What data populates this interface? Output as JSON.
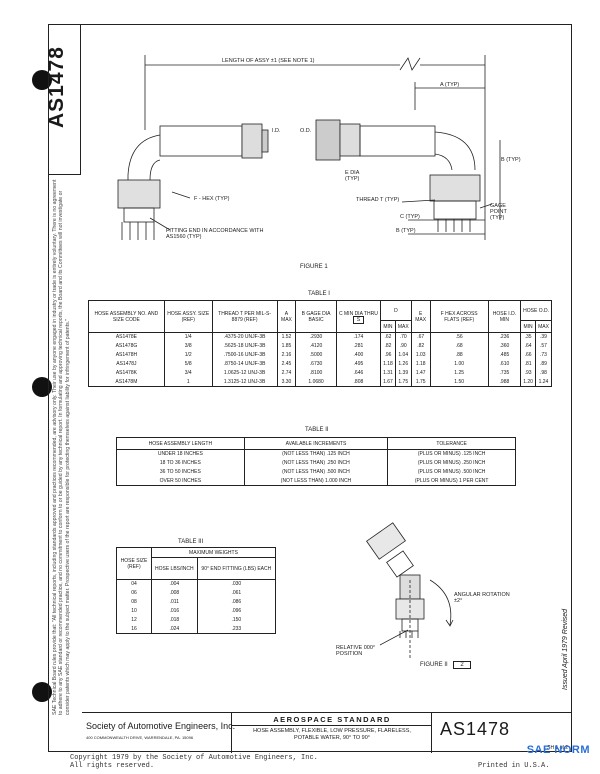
{
  "doc_number": "AS1478",
  "legal_notice": "SAE Technical Board rules provide that: \"All technical reports, including standards approved and practices recommended, are advisory only. Their use by anyone engaged in industry or trade is entirely voluntary. There is no agreement to adhere to any SAE standard or recommended practice, and no commitment to conform to or be guided by any technical report. In formulating and approving technical reports, the Board and its Committees will not investigate or consider patents which may apply to the subject matter. Prospective users of the report are responsible for protecting themselves against liability for infringement of patents.\"",
  "issued_text": "Issued April 1979   Revised",
  "figure1": {
    "caption": "FIGURE 1",
    "labels": {
      "length": "LENGTH OF ASSY ±1 (SEE NOTE 1)",
      "a_typ": "A (TYP)",
      "b_typ": "B (TYP)",
      "od": "O.D.",
      "e_dia": "E DIA (TYP)",
      "b_typ2": "B (TYP)",
      "thread": "THREAD T (TYP)",
      "c_typ": "C (TYP)",
      "gage_point": "GAGE POINT (TYP)",
      "f_hex": "F - HEX (TYP)",
      "fitting_end": "FITTING END IN ACCORDANCE WITH AS1560 (TYP)",
      "id": "I.D."
    }
  },
  "table1": {
    "title": "TABLE I",
    "headers": [
      "HOSE ASSEMBLY NO. AND SIZE CODE",
      "HOSE ASSY. SIZE (REF)",
      "THREAD T PER MIL-S-8879 (REF)",
      "A MAX",
      "B GAGE DIA BASIC",
      "C MIN DIA THRU",
      "D",
      "E MAX",
      "F HEX ACROSS FLATS (REF)",
      "HOSE I.D. MIN",
      "HOSE O.D."
    ],
    "subheaders": [
      "MIN",
      "MAX",
      "MIN",
      "MAX"
    ],
    "c_badge": "S",
    "rows": [
      [
        "AS1478E",
        "1/4",
        ".4375-20 UNJF-3B",
        "1.52",
        ".2930",
        ".174",
        ".62",
        ".70",
        ".67",
        ".56",
        ".236",
        ".35",
        ".39"
      ],
      [
        "AS1478G",
        "3/8",
        ".5625-18 UNJF-3B",
        "1.85",
        ".4120",
        ".281",
        ".82",
        ".90",
        ".82",
        ".68",
        ".360",
        ".64",
        ".57"
      ],
      [
        "AS1478H",
        "1/2",
        ".7500-16 UNJF-3B",
        "2.16",
        ".5000",
        ".400",
        ".96",
        "1.04",
        "1.03",
        ".88",
        ".485",
        ".66",
        ".73"
      ],
      [
        "AS1478J",
        "5/8",
        ".8750-14 UNJF-3B",
        "2.45",
        ".6730",
        ".495",
        "1.18",
        "1.26",
        "1.18",
        "1.00",
        ".610",
        ".81",
        ".89"
      ],
      [
        "AS1478K",
        "3/4",
        "1.0625-12 UNJ-3B",
        "2.74",
        ".8100",
        ".646",
        "1.31",
        "1.39",
        "1.47",
        "1.25",
        ".735",
        ".93",
        ".98"
      ],
      [
        "AS1478M",
        "1",
        "1.3125-12 UNJ-3B",
        "3.30",
        "1.0680",
        ".808",
        "1.67",
        "1.75",
        "1.75",
        "1.50",
        ".988",
        "1.20",
        "1.24"
      ]
    ]
  },
  "table2": {
    "title": "TABLE II",
    "headers": [
      "HOSE ASSEMBLY LENGTH",
      "AVAILABLE INCREMENTS",
      "TOLERANCE"
    ],
    "rows": [
      [
        "UNDER 18 INCHES",
        "(NOT LESS THAN) .125 INCH",
        "(PLUS OR MINUS) .125 INCH"
      ],
      [
        "18 TO 36 INCHES",
        "(NOT LESS THAN) .250 INCH",
        "(PLUS OR MINUS) .250 INCH"
      ],
      [
        "36 TO 50 INCHES",
        "(NOT LESS THAN) .500 INCH",
        "(PLUS OR MINUS) .500 INCH"
      ],
      [
        "OVER 50 INCHES",
        "(NOT LESS THAN) 1.000 INCH",
        "(PLUS OR MINUS) 1 PER CENT"
      ]
    ]
  },
  "table3": {
    "title": "TABLE III",
    "group_header": "MAXIMUM WEIGHTS",
    "headers": [
      "HOSE SIZE (REF)",
      "HOSE LBS/INCH",
      "90° END FITTING (LBS) EACH"
    ],
    "rows": [
      [
        "04",
        ".004",
        ".030"
      ],
      [
        "06",
        ".008",
        ".061"
      ],
      [
        "08",
        ".011",
        ".086"
      ],
      [
        "10",
        ".016",
        ".096"
      ],
      [
        "12",
        ".018",
        ".150"
      ],
      [
        "16",
        ".024",
        ".233"
      ]
    ]
  },
  "figure2": {
    "caption": "FIGURE II",
    "badge": "2",
    "angular": "ANGULAR ROTATION ±2°",
    "relative": "RELATIVE 000° POSITION"
  },
  "title_block": {
    "society": "Society of Automotive Engineers, Inc.",
    "society_address": "400 COMMONWEALTH DRIVE, WARRENDALE, PA. 15096",
    "standard": "AEROSPACE STANDARD",
    "description": "HOSE ASSEMBLY, FLEXIBLE, LOW PRESSURE, FLARELESS, POTABLE WATER, 90° TO 90°",
    "number": "AS1478",
    "sheet": "SH 1 of 2"
  },
  "footer": {
    "copyright": "Copyright 1979 by the Society of Automotive Engineers, Inc.",
    "rights": "All rights reserved.",
    "printed": "Printed in U.S.A."
  },
  "logo_text": "SAE NORM"
}
